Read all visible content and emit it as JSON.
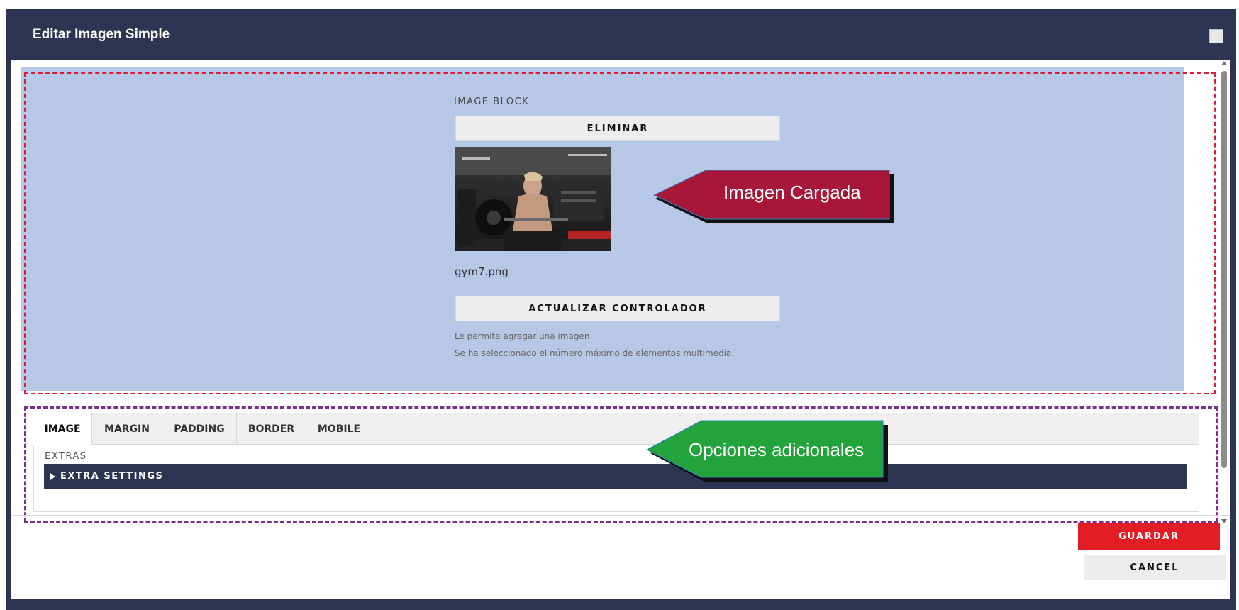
{
  "dialog": {
    "title": "Editar Imagen Simple"
  },
  "image_block": {
    "label": "IMAGE BLOCK",
    "delete_label": "ELIMINAR",
    "filename": "gym7.png",
    "update_label": "ACTUALIZAR CONTROLADOR",
    "help_lines": [
      "Le permite agregar una imagen.",
      "Se ha seleccionado el número máximo de elementos multimedia."
    ]
  },
  "tabs": [
    {
      "label": "IMAGE",
      "active": true
    },
    {
      "label": "MARGIN",
      "active": false
    },
    {
      "label": "PADDING",
      "active": false
    },
    {
      "label": "BORDER",
      "active": false
    },
    {
      "label": "MOBILE",
      "active": false
    }
  ],
  "extras": {
    "label": "EXTRAS",
    "bar_label": "EXTRA SETTINGS"
  },
  "footer": {
    "save_label": "GUARDAR",
    "cancel_label": "CANCEL"
  },
  "annotations": {
    "uploaded_image": "Imagen Cargada",
    "additional_options": "Opciones adicionales"
  },
  "colors": {
    "header": "#2d3553",
    "content_bg": "#b7c7e6",
    "save": "#e21d26",
    "callout_red": "#a8173a",
    "callout_green": "#23a33c",
    "dash_red": "#d41e3a",
    "dash_purple": "#7b2f8b"
  }
}
